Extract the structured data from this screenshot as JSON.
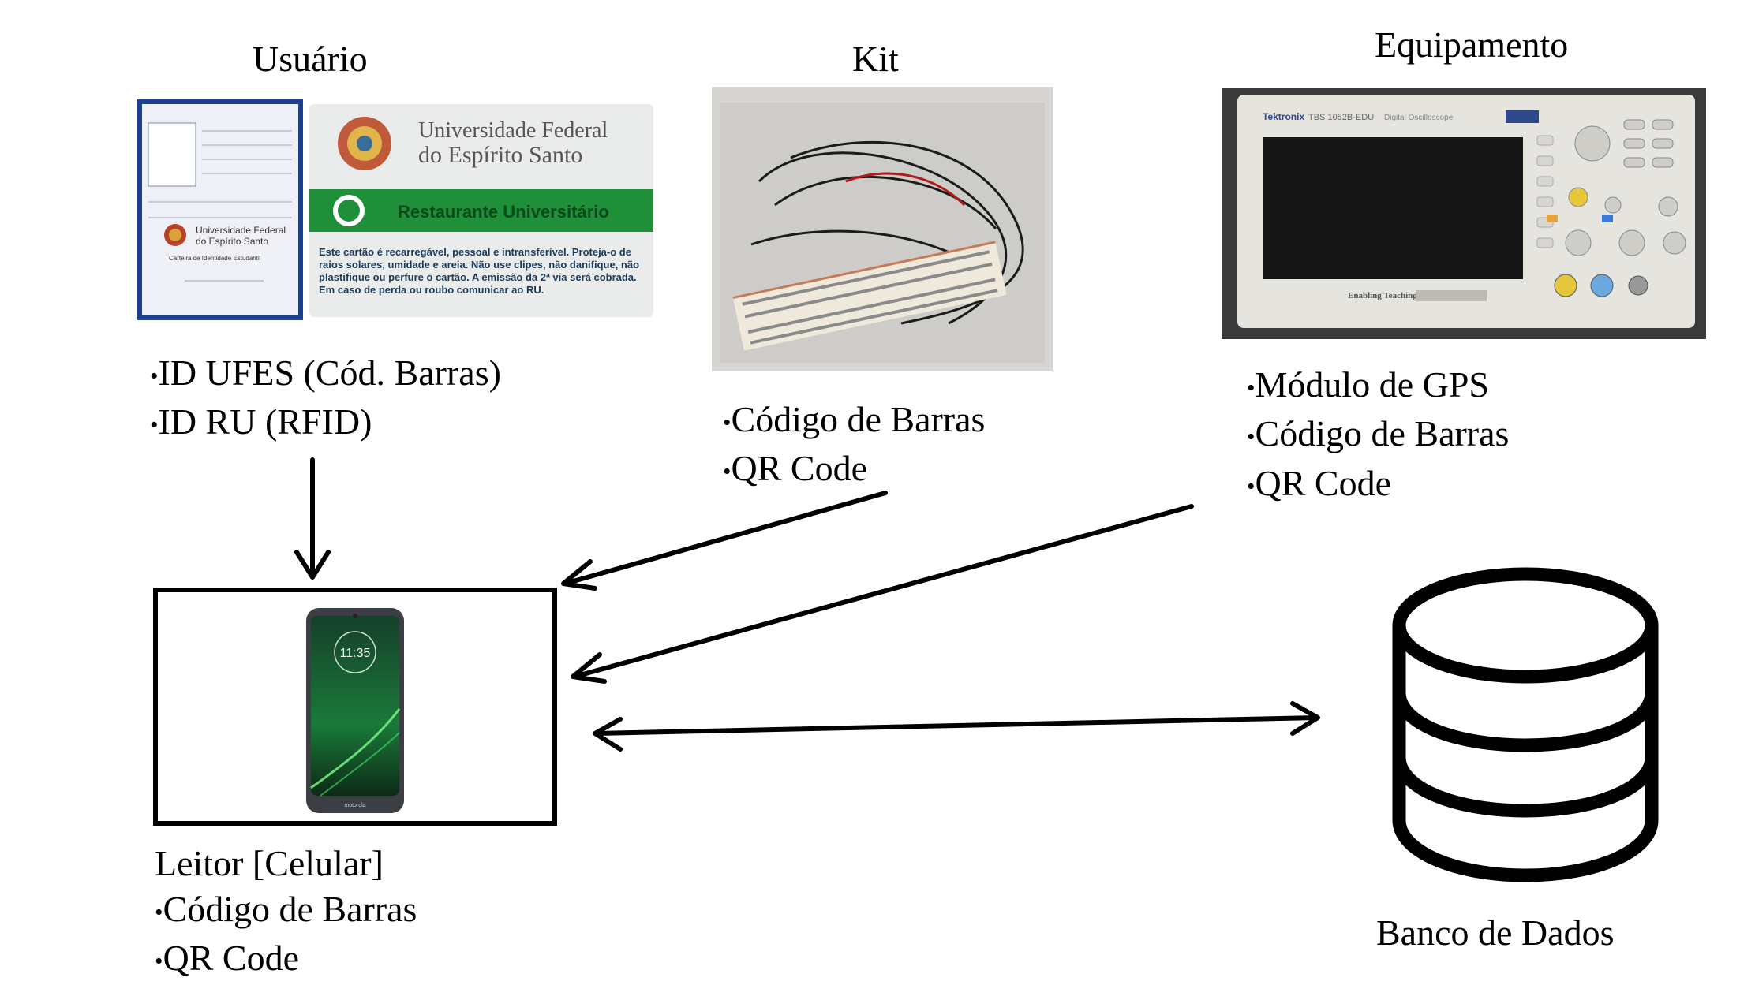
{
  "sections": {
    "usuario": {
      "title": "Usuário",
      "items": [
        "ID UFES (Cód. Barras)",
        "ID RU (RFID)"
      ],
      "card_front": {
        "university_line1": "Universidade Federal",
        "university_line2": "do Espírito Santo",
        "banner": "Restaurante Universitário",
        "notice": "Este cartão é recarregável, pessoal e intransferível. Proteja-o de raios solares, umidade e areia. Não use clipes, não danifique, não plastifique ou perfure o cartão. A emissão da 2ª via será cobrada. Em caso de perda ou roubo comunicar ao RU."
      },
      "card_back": {
        "university_line1": "Universidade Federal",
        "university_line2": "do Espírito Santo",
        "card_label": "Carteira de Identidade Estudantil"
      }
    },
    "kit": {
      "title": "Kit",
      "items": [
        "Código de Barras",
        "QR Code"
      ]
    },
    "equipamento": {
      "title": "Equipamento",
      "items": [
        "Módulo de GPS",
        "Código de Barras",
        "QR Code"
      ],
      "device": {
        "brand": "Tektronix",
        "model": "TBS 1052B-EDU",
        "type": "Digital Oscilloscope",
        "tagline": "Enabling Teaching"
      }
    },
    "leitor": {
      "title": "Leitor [Celular]",
      "items": [
        "Código de Barras",
        "QR Code"
      ],
      "phone": {
        "clock": "11:35",
        "brand": "motorola"
      }
    },
    "banco": {
      "title": "Banco de Dados"
    }
  },
  "bullet_glyph": "•",
  "colors": {
    "line": "#000000",
    "card_green": "#1f8f3a",
    "phone_green": "#1a9b3c"
  },
  "icons": [
    "database-icon",
    "arrow-icon"
  ]
}
